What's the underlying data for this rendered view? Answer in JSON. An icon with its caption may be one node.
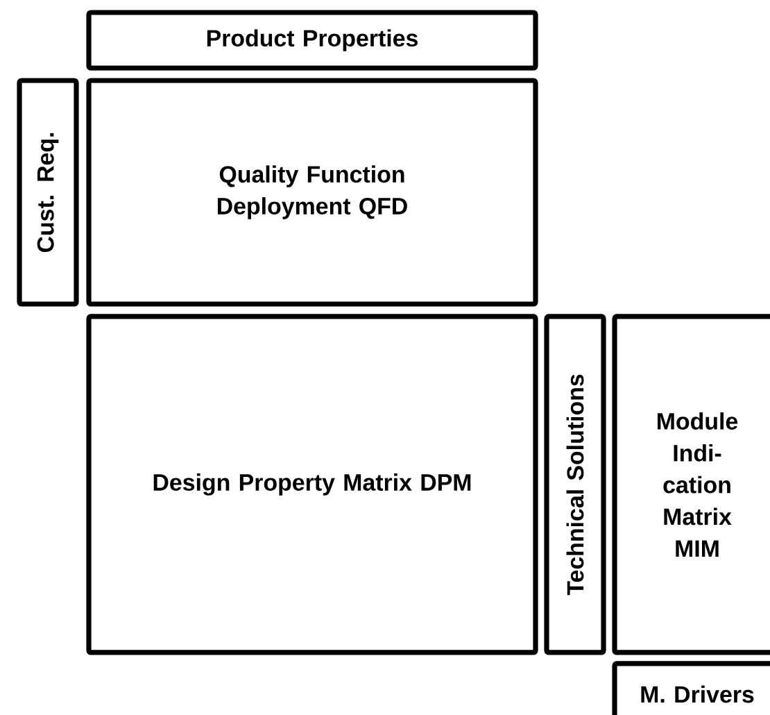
{
  "diagram": {
    "nodes": [
      {
        "text": [
          "Product Properties"
        ]
      },
      {
        "text": [
          "Cust. Req."
        ]
      },
      {
        "text": [
          "Quality Function Deployment QFD"
        ]
      },
      {
        "text": [
          "Design Property Matrix DPM"
        ]
      },
      {
        "text": [
          "Technical Solutions"
        ]
      },
      {
        "text": [
          "Module Indi- cation Matrix MIM"
        ]
      },
      {
        "text": [
          "M. Drivers"
        ]
      }
    ]
  }
}
